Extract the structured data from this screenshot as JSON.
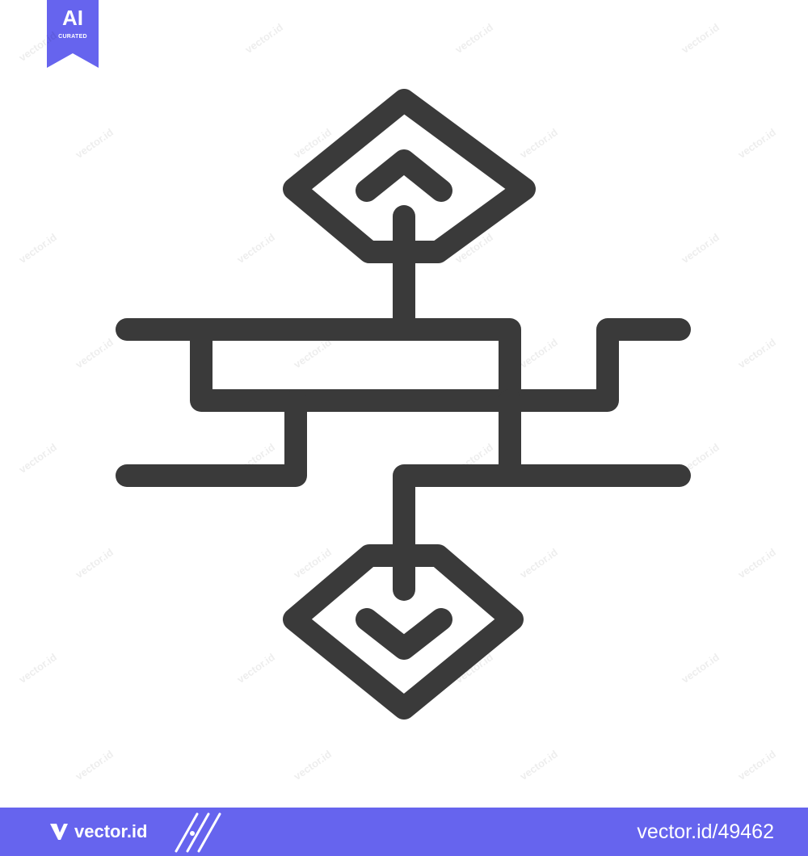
{
  "badge": {
    "primary": "AI",
    "secondary": "CURATED",
    "color": "#6664ee"
  },
  "icon": {
    "name": "flowchart-icon",
    "stroke_color": "#3a3a3a"
  },
  "watermark": {
    "text": "vector.id"
  },
  "footer": {
    "brand": "vector.id",
    "image_id": "vector.id/49462",
    "background": "#6664ee"
  }
}
